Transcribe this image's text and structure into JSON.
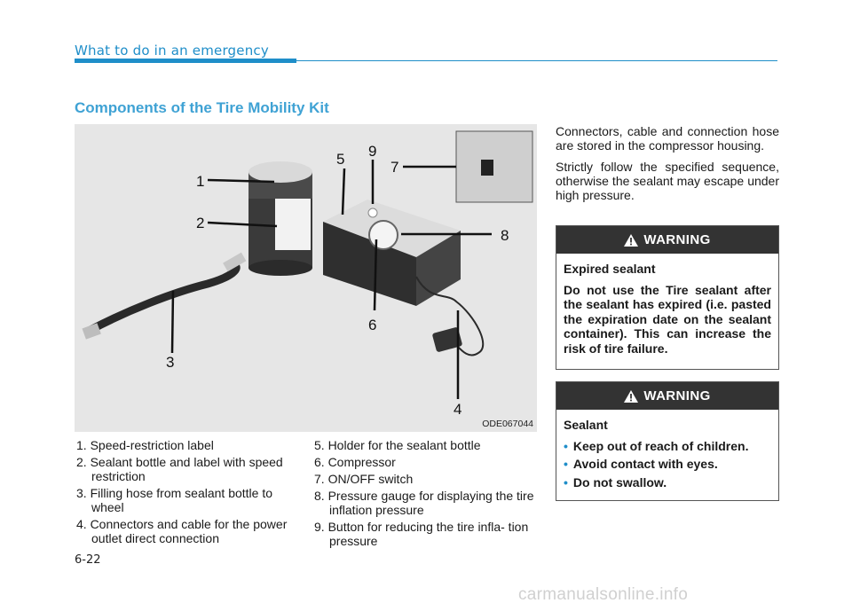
{
  "header": {
    "section": "What to do in an emergency"
  },
  "title": "Components of the Tire Mobility Kit",
  "figure": {
    "code": "ODE067044",
    "callouts": [
      "1",
      "2",
      "3",
      "4",
      "5",
      "6",
      "7",
      "8",
      "9"
    ]
  },
  "components_left": [
    "1. Speed-restriction label",
    "2. Sealant bottle and label with speed restriction",
    "3. Filling hose from sealant bottle to wheel",
    "4. Connectors and cable for the power outlet direct connection"
  ],
  "components_right": [
    "5. Holder for the sealant bottle",
    "6. Compressor",
    "7. ON/OFF switch",
    "8. Pressure gauge for displaying the tire inflation pressure",
    "9. Button for reducing the tire infla- tion pressure"
  ],
  "notes": [
    "Connectors, cable and connection hose are stored in the compressor housing.",
    "Strictly follow the specified sequence, otherwise the sealant may escape under high pressure."
  ],
  "warning1": {
    "label": "WARNING",
    "heading": "Expired sealant",
    "text": "Do not use the Tire sealant after the sealant has expired (i.e. pasted the expiration date on the sealant container). This can increase the risk of tire failure."
  },
  "warning2": {
    "label": "WARNING",
    "heading": "Sealant",
    "items": [
      "Keep out of reach of children.",
      "Avoid contact with eyes.",
      "Do not swallow."
    ]
  },
  "page_number": "6-22",
  "watermark": "carmanualsonline.info"
}
